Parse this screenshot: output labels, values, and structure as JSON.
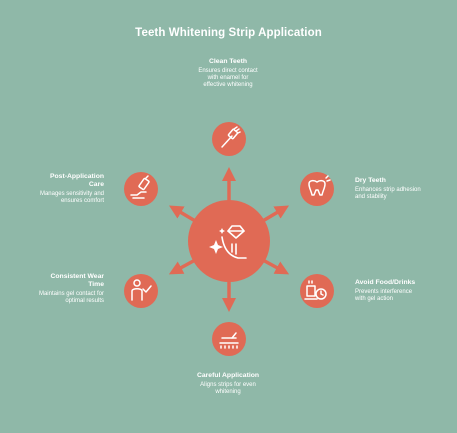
{
  "title": "Teeth Whitening Strip Application",
  "colors": {
    "background": "#8fb8a8",
    "accent": "#e06a55",
    "text": "#ffffff"
  },
  "center": {
    "icon": "hand-with-gem-icon"
  },
  "steps": [
    {
      "title": "Clean Teeth",
      "description": "Ensures direct contact with enamel for effective whitening",
      "icon": "toothbrush-icon"
    },
    {
      "title": "Dry Teeth",
      "description": "Enhances strip adhesion and stability",
      "icon": "tooth-icon"
    },
    {
      "title": "Avoid Food/Drinks",
      "description": "Prevents interference with gel action",
      "icon": "coffee-clock-icon"
    },
    {
      "title": "Careful Application",
      "description": "Aligns strips for even whitening",
      "icon": "hand-brush-icon"
    },
    {
      "title": "Consistent Wear Time",
      "description": "Maintains gel contact for optimal results",
      "icon": "person-check-icon"
    },
    {
      "title": "Post-Application Care",
      "description": "Manages sensitivity and ensures comfort",
      "icon": "hand-bottle-icon"
    }
  ]
}
